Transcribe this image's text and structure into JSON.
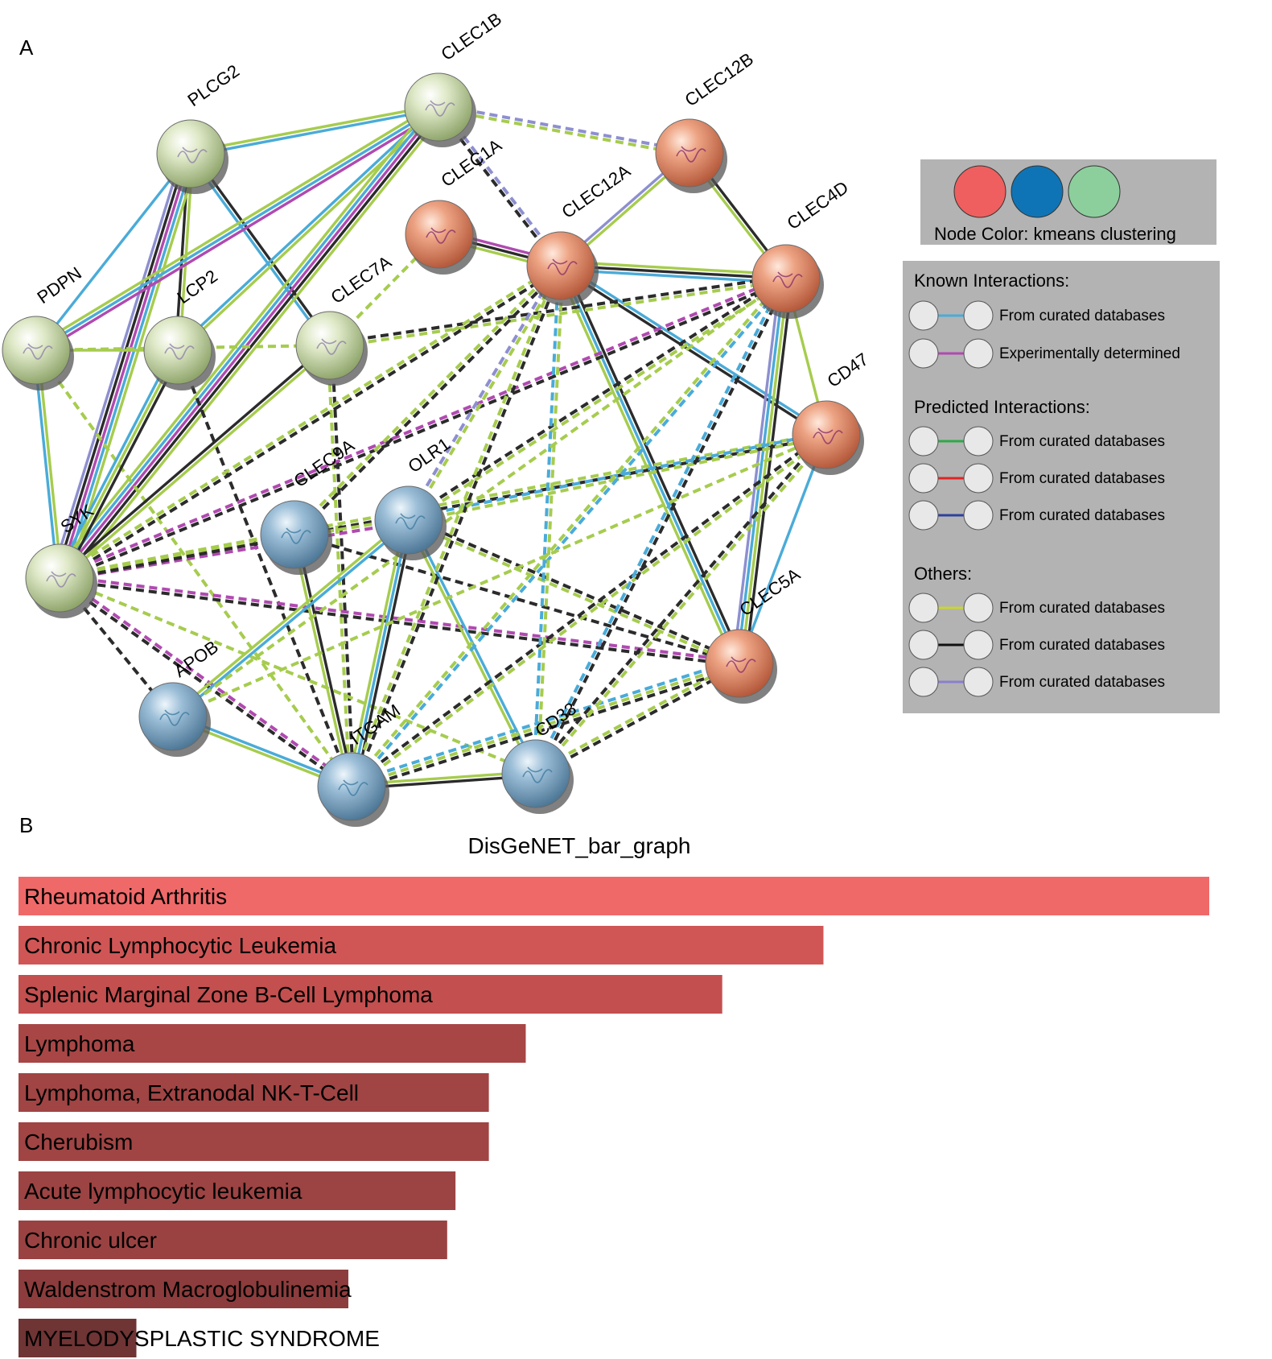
{
  "panel_a": {
    "letter": "A",
    "nodes": [
      {
        "id": "PLCG2",
        "label": "PLCG2",
        "cluster": "green"
      },
      {
        "id": "CLEC1B",
        "label": "CLEC1B",
        "cluster": "green"
      },
      {
        "id": "CLEC12B",
        "label": "CLEC12B",
        "cluster": "red"
      },
      {
        "id": "CLEC1A",
        "label": "CLEC1A",
        "cluster": "red"
      },
      {
        "id": "CLEC12A",
        "label": "CLEC12A",
        "cluster": "red"
      },
      {
        "id": "CLEC4D",
        "label": "CLEC4D",
        "cluster": "red"
      },
      {
        "id": "PDPN",
        "label": "PDPN",
        "cluster": "green"
      },
      {
        "id": "LCP2",
        "label": "LCP2",
        "cluster": "green"
      },
      {
        "id": "CLEC7A",
        "label": "CLEC7A",
        "cluster": "green"
      },
      {
        "id": "CD47",
        "label": "CD47",
        "cluster": "red"
      },
      {
        "id": "CLEC9A",
        "label": "CLEC9A",
        "cluster": "blue"
      },
      {
        "id": "OLR1",
        "label": "OLR1",
        "cluster": "blue"
      },
      {
        "id": "SYK",
        "label": "SYK",
        "cluster": "green"
      },
      {
        "id": "CLEC5A",
        "label": "CLEC5A",
        "cluster": "red"
      },
      {
        "id": "APOB",
        "label": "APOB",
        "cluster": "blue"
      },
      {
        "id": "ITGAM",
        "label": "ITGAM",
        "cluster": "blue"
      },
      {
        "id": "CD33",
        "label": "CD33",
        "cluster": "blue"
      }
    ],
    "cluster_colors": {
      "red": "#e9967a",
      "blue": "#7fa7c9",
      "green": "#c5d9a3"
    },
    "edge_colors": {
      "cyan": "#4aabd8",
      "magenta": "#b04ab0",
      "lime": "#a6cc4e",
      "black": "#2b2b2b",
      "lavender": "#8d8fd0"
    },
    "edges": [
      {
        "a": "PLCG2",
        "b": "CLEC1B",
        "types": [
          "lime",
          "cyan"
        ],
        "dashed": false
      },
      {
        "a": "PLCG2",
        "b": "PDPN",
        "types": [
          "cyan"
        ],
        "dashed": false
      },
      {
        "a": "PLCG2",
        "b": "LCP2",
        "types": [
          "lime",
          "black"
        ],
        "dashed": false
      },
      {
        "a": "PLCG2",
        "b": "SYK",
        "types": [
          "lime",
          "cyan",
          "magenta",
          "black",
          "lavender"
        ],
        "dashed": false
      },
      {
        "a": "PLCG2",
        "b": "CLEC7A",
        "types": [
          "black",
          "cyan"
        ],
        "dashed": false
      },
      {
        "a": "CLEC1B",
        "b": "PDPN",
        "types": [
          "magenta",
          "cyan",
          "lime"
        ],
        "dashed": false
      },
      {
        "a": "CLEC1B",
        "b": "LCP2",
        "types": [
          "lime",
          "cyan"
        ],
        "dashed": false
      },
      {
        "a": "CLEC1B",
        "b": "SYK",
        "types": [
          "lime",
          "black",
          "magenta",
          "cyan",
          "lime"
        ],
        "dashed": false
      },
      {
        "a": "CLEC1B",
        "b": "CLEC12B",
        "types": [
          "lavender",
          "lime"
        ],
        "dashed": true
      },
      {
        "a": "CLEC1B",
        "b": "CLEC12A",
        "types": [
          "lavender",
          "black"
        ],
        "dashed": true
      },
      {
        "a": "CLEC12B",
        "b": "CLEC12A",
        "types": [
          "lime",
          "lavender"
        ],
        "dashed": false
      },
      {
        "a": "CLEC12B",
        "b": "CLEC4D",
        "types": [
          "black",
          "lime"
        ],
        "dashed": false
      },
      {
        "a": "CLEC1A",
        "b": "CLEC12A",
        "types": [
          "magenta",
          "black",
          "lime"
        ],
        "dashed": false
      },
      {
        "a": "CLEC12A",
        "b": "CLEC4D",
        "types": [
          "lime",
          "black",
          "cyan"
        ],
        "dashed": false
      },
      {
        "a": "CLEC12A",
        "b": "CD47",
        "types": [
          "cyan",
          "black"
        ],
        "dashed": false
      },
      {
        "a": "CLEC12A",
        "b": "CLEC5A",
        "types": [
          "black",
          "cyan",
          "lime"
        ],
        "dashed": false
      },
      {
        "a": "CLEC4D",
        "b": "CD47",
        "types": [
          "lime"
        ],
        "dashed": false
      },
      {
        "a": "CLEC4D",
        "b": "CLEC5A",
        "types": [
          "black",
          "lime",
          "cyan",
          "lavender"
        ],
        "dashed": false
      },
      {
        "a": "CD47",
        "b": "CLEC5A",
        "types": [
          "cyan"
        ],
        "dashed": false
      },
      {
        "a": "PDPN",
        "b": "LCP2",
        "types": [
          "lime"
        ],
        "dashed": false
      },
      {
        "a": "PDPN",
        "b": "SYK",
        "types": [
          "lime",
          "cyan"
        ],
        "dashed": false
      },
      {
        "a": "PDPN",
        "b": "CLEC7A",
        "types": [
          "lime"
        ],
        "dashed": true
      },
      {
        "a": "PDPN",
        "b": "ITGAM",
        "types": [
          "lime"
        ],
        "dashed": true
      },
      {
        "a": "LCP2",
        "b": "SYK",
        "types": [
          "black",
          "lime",
          "cyan"
        ],
        "dashed": false
      },
      {
        "a": "LCP2",
        "b": "ITGAM",
        "types": [
          "black"
        ],
        "dashed": true
      },
      {
        "a": "CLEC7A",
        "b": "SYK",
        "types": [
          "lime",
          "black"
        ],
        "dashed": false
      },
      {
        "a": "CLEC7A",
        "b": "CLEC4D",
        "types": [
          "black",
          "lime"
        ],
        "dashed": true
      },
      {
        "a": "CLEC7A",
        "b": "ITGAM",
        "types": [
          "black",
          "lime"
        ],
        "dashed": true
      },
      {
        "a": "CLEC7A",
        "b": "CLEC1A",
        "types": [
          "lime"
        ],
        "dashed": true
      },
      {
        "a": "SYK",
        "b": "CLEC12A",
        "types": [
          "lime",
          "black"
        ],
        "dashed": true
      },
      {
        "a": "SYK",
        "b": "CLEC4D",
        "types": [
          "magenta",
          "black"
        ],
        "dashed": true
      },
      {
        "a": "SYK",
        "b": "CD47",
        "types": [
          "lime",
          "black"
        ],
        "dashed": true
      },
      {
        "a": "SYK",
        "b": "CLEC5A",
        "types": [
          "magenta",
          "black"
        ],
        "dashed": true
      },
      {
        "a": "SYK",
        "b": "OLR1",
        "types": [
          "lime",
          "magenta"
        ],
        "dashed": true
      },
      {
        "a": "SYK",
        "b": "CLEC9A",
        "types": [
          "lime",
          "black"
        ],
        "dashed": true
      },
      {
        "a": "SYK",
        "b": "ITGAM",
        "types": [
          "magenta",
          "black"
        ],
        "dashed": true
      },
      {
        "a": "SYK",
        "b": "CD33",
        "types": [
          "lime"
        ],
        "dashed": true
      },
      {
        "a": "SYK",
        "b": "APOB",
        "types": [
          "black"
        ],
        "dashed": true
      },
      {
        "a": "CLEC9A",
        "b": "ITGAM",
        "types": [
          "black",
          "lime"
        ],
        "dashed": false
      },
      {
        "a": "CLEC9A",
        "b": "CLEC5A",
        "types": [
          "black"
        ],
        "dashed": true
      },
      {
        "a": "CLEC9A",
        "b": "CLEC12A",
        "types": [
          "lime",
          "black"
        ],
        "dashed": true
      },
      {
        "a": "OLR1",
        "b": "ITGAM",
        "types": [
          "black",
          "cyan",
          "lime"
        ],
        "dashed": false
      },
      {
        "a": "OLR1",
        "b": "CD33",
        "types": [
          "cyan",
          "lime"
        ],
        "dashed": false
      },
      {
        "a": "OLR1",
        "b": "APOB",
        "types": [
          "cyan",
          "lime"
        ],
        "dashed": false
      },
      {
        "a": "OLR1",
        "b": "CLEC5A",
        "types": [
          "black",
          "lime"
        ],
        "dashed": true
      },
      {
        "a": "OLR1",
        "b": "CD47",
        "types": [
          "cyan",
          "lime"
        ],
        "dashed": true
      },
      {
        "a": "OLR1",
        "b": "CLEC12A",
        "types": [
          "lavender",
          "lime"
        ],
        "dashed": true
      },
      {
        "a": "OLR1",
        "b": "CLEC4D",
        "types": [
          "black",
          "lime"
        ],
        "dashed": true
      },
      {
        "a": "APOB",
        "b": "ITGAM",
        "types": [
          "cyan",
          "lime"
        ],
        "dashed": false
      },
      {
        "a": "ITGAM",
        "b": "CD33",
        "types": [
          "lime",
          "black"
        ],
        "dashed": false
      },
      {
        "a": "ITGAM",
        "b": "CLEC5A",
        "types": [
          "cyan",
          "lime",
          "black"
        ],
        "dashed": true
      },
      {
        "a": "ITGAM",
        "b": "CLEC12A",
        "types": [
          "lime",
          "black"
        ],
        "dashed": true
      },
      {
        "a": "ITGAM",
        "b": "CLEC4D",
        "types": [
          "lime",
          "cyan"
        ],
        "dashed": true
      },
      {
        "a": "ITGAM",
        "b": "CD47",
        "types": [
          "black",
          "lime"
        ],
        "dashed": true
      },
      {
        "a": "CD33",
        "b": "CLEC5A",
        "types": [
          "lime",
          "black"
        ],
        "dashed": true
      },
      {
        "a": "CD33",
        "b": "CLEC12A",
        "types": [
          "cyan",
          "lime"
        ],
        "dashed": true
      },
      {
        "a": "CD33",
        "b": "CLEC4D",
        "types": [
          "cyan",
          "black"
        ],
        "dashed": true
      },
      {
        "a": "CD33",
        "b": "CD47",
        "types": [
          "black",
          "lime"
        ],
        "dashed": true
      },
      {
        "a": "APOB",
        "b": "CLEC4D",
        "types": [
          "lime"
        ],
        "dashed": true
      },
      {
        "a": "APOB",
        "b": "CD47",
        "types": [
          "lime"
        ],
        "dashed": true
      }
    ]
  },
  "legend_clusters": {
    "title": "Node Color: kmeans clustering",
    "colors": [
      "#ef5f5f",
      "#0f74b5",
      "#8ccf9c"
    ]
  },
  "legend_interactions": {
    "known_title": "Known Interactions:",
    "known": [
      {
        "label": "From curated databases",
        "color": "#4aabd8"
      },
      {
        "label": "Experimentally determined",
        "color": "#b04ab0"
      }
    ],
    "predicted_title": "Predicted Interactions:",
    "predicted": [
      {
        "label": "From curated databases",
        "color": "#2fa84a"
      },
      {
        "label": "From curated databases",
        "color": "#e02424"
      },
      {
        "label": "From curated databases",
        "color": "#2f3fa0"
      }
    ],
    "others_title": "Others:",
    "others": [
      {
        "label": "From curated databases",
        "color": "#c8d62e"
      },
      {
        "label": "From curated databases",
        "color": "#111111"
      },
      {
        "label": "From curated databases",
        "color": "#8a7fcf"
      }
    ]
  },
  "panel_b": {
    "letter": "B",
    "chart_data": {
      "type": "bar",
      "orientation": "horizontal",
      "title": "DisGeNET_bar_graph",
      "categories": [
        "Rheumatoid Arthritis",
        "Chronic Lymphocytic Leukemia",
        "Splenic Marginal Zone B-Cell Lymphoma",
        "Lymphoma",
        "Lymphoma, Extranodal NK-T-Cell",
        "Cherubism",
        "Acute lymphocytic leukemia",
        "Chronic ulcer",
        "Waldenstrom Macroglobulinemia",
        "MYELODYSPLASTIC SYNDROME"
      ],
      "values": [
        1.0,
        0.676,
        0.591,
        0.426,
        0.395,
        0.395,
        0.367,
        0.36,
        0.277,
        0.099
      ],
      "colors": [
        "#f06969",
        "#d05656",
        "#c34f4f",
        "#a84646",
        "#a04444",
        "#a04444",
        "#9c4343",
        "#9a4242",
        "#8c3c3c",
        "#6f3434"
      ]
    }
  }
}
